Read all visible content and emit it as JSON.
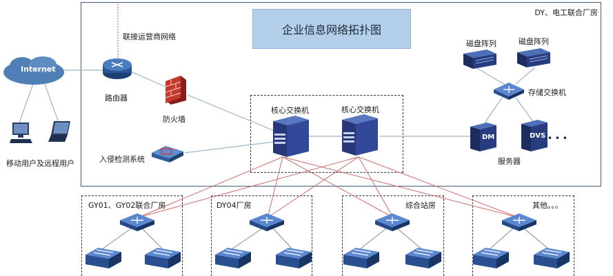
{
  "title": "企业信息网络拓扑图",
  "site_label": "DY、电工联合厂房",
  "labels": {
    "internet": "Internet",
    "isp_link": "联接运营商网络",
    "router": "路由器",
    "firewall": "防火墙",
    "ids": "入侵检测系统",
    "users": "移动用户及远程用户",
    "core_switch_1": "核心交换机",
    "core_switch_2": "核心交换机",
    "disk_array_1": "磁盘阵列",
    "disk_array_2": "磁盘阵列",
    "storage_switch": "存储交换机",
    "server_dm": "DM",
    "server_dvs": "DVS",
    "servers": "服务器",
    "more_dots": "• • •"
  },
  "areas": [
    {
      "label": "GY01、GY02联合厂房"
    },
    {
      "label": "DY04厂房"
    },
    {
      "label": "综合站房"
    },
    {
      "label": "其他。。。"
    }
  ]
}
